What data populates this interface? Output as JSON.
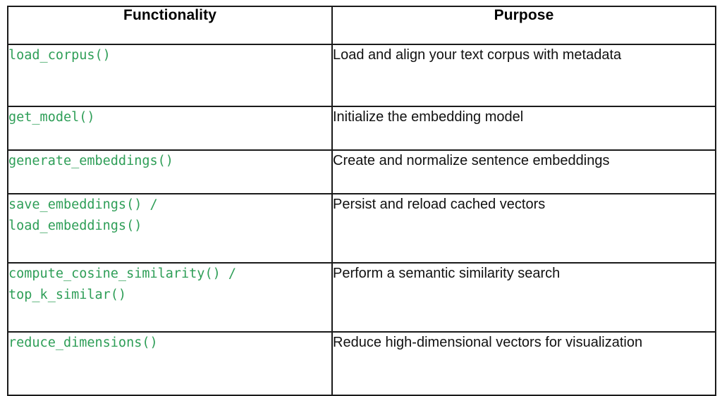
{
  "table": {
    "columns": [
      {
        "key": "functionality",
        "label": "Functionality"
      },
      {
        "key": "purpose",
        "label": "Purpose"
      }
    ],
    "rows": [
      {
        "functionality": "load_corpus()",
        "purpose": "Load and align your text corpus with metadata"
      },
      {
        "functionality": "get_model()",
        "purpose": "Initialize the embedding model"
      },
      {
        "functionality": "generate_embeddings()",
        "purpose": "Create and normalize sentence embeddings"
      },
      {
        "functionality": "save_embeddings() /\nload_embeddings()",
        "purpose": "Persist and reload cached vectors"
      },
      {
        "functionality": "compute_cosine_similarity() /\ntop_k_similar()",
        "purpose": "Perform a semantic similarity search"
      },
      {
        "functionality": "reduce_dimensions()",
        "purpose": "Reduce high-dimensional vectors for visualization"
      }
    ]
  },
  "colors": {
    "code_green": "#2e9e57",
    "text_black": "#111111",
    "border_black": "#1a1a1a",
    "background": "#ffffff"
  }
}
